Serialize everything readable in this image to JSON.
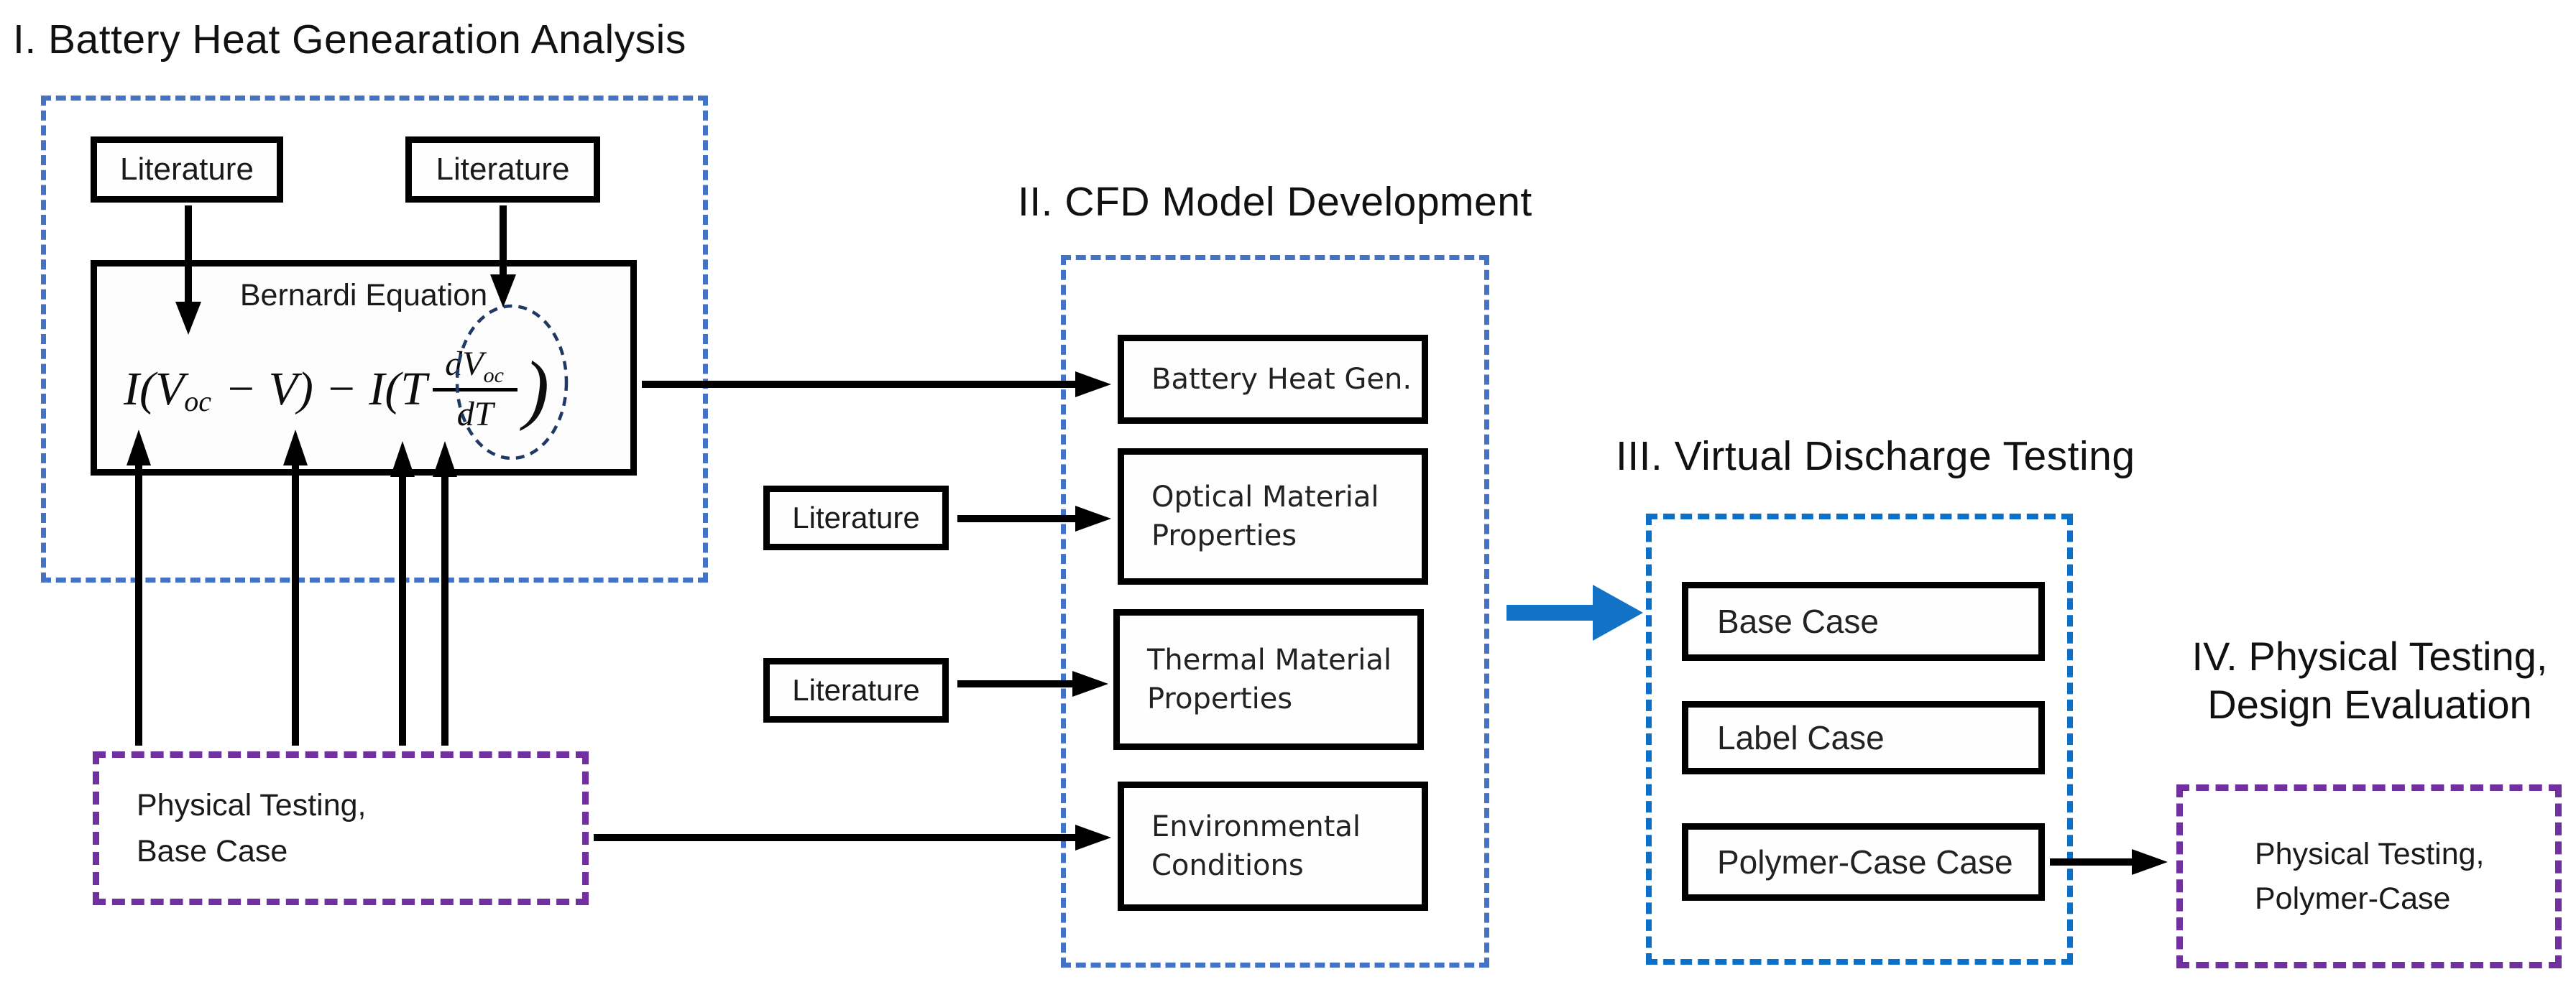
{
  "colors": {
    "dash_blue": "#4472c4",
    "dash_blue_bright": "#0d70c8",
    "dash_purple": "#7030a0",
    "arrow_blue": "#1272c6",
    "ellipse_navy": "#203864",
    "box_border_black": "#000000"
  },
  "phase1": {
    "title": "I. Battery Heat Genearation Analysis",
    "literature_top_left": "Literature",
    "literature_top_right": "Literature",
    "bernardi_label": "Bernardi Equation",
    "equation": {
      "prefix_main": "I(V",
      "prefix_sub": "oc",
      "mid": " − V) − I(T",
      "frac_num_main": "dV",
      "frac_num_sub": "oc",
      "frac_den": "dT",
      "close": ")"
    },
    "physical_testing_box": {
      "line1": "Physical Testing,",
      "line2": "Base Case"
    }
  },
  "phase2": {
    "title": "II. CFD Model Development",
    "literature_mid_top": "Literature",
    "literature_mid_bottom": "Literature",
    "boxes": [
      "Battery Heat Gen.",
      "Optical Material Properties",
      "Thermal Material Properties",
      "Environmental Conditions"
    ]
  },
  "phase3": {
    "title": "III. Virtual Discharge Testing",
    "boxes": [
      "Base Case",
      "Label Case",
      "Polymer-Case Case"
    ]
  },
  "phase4": {
    "title_line1": "IV. Physical Testing,",
    "title_line2": "Design Evaluation",
    "box": {
      "line1": "Physical Testing,",
      "line2": "Polymer-Case"
    }
  }
}
